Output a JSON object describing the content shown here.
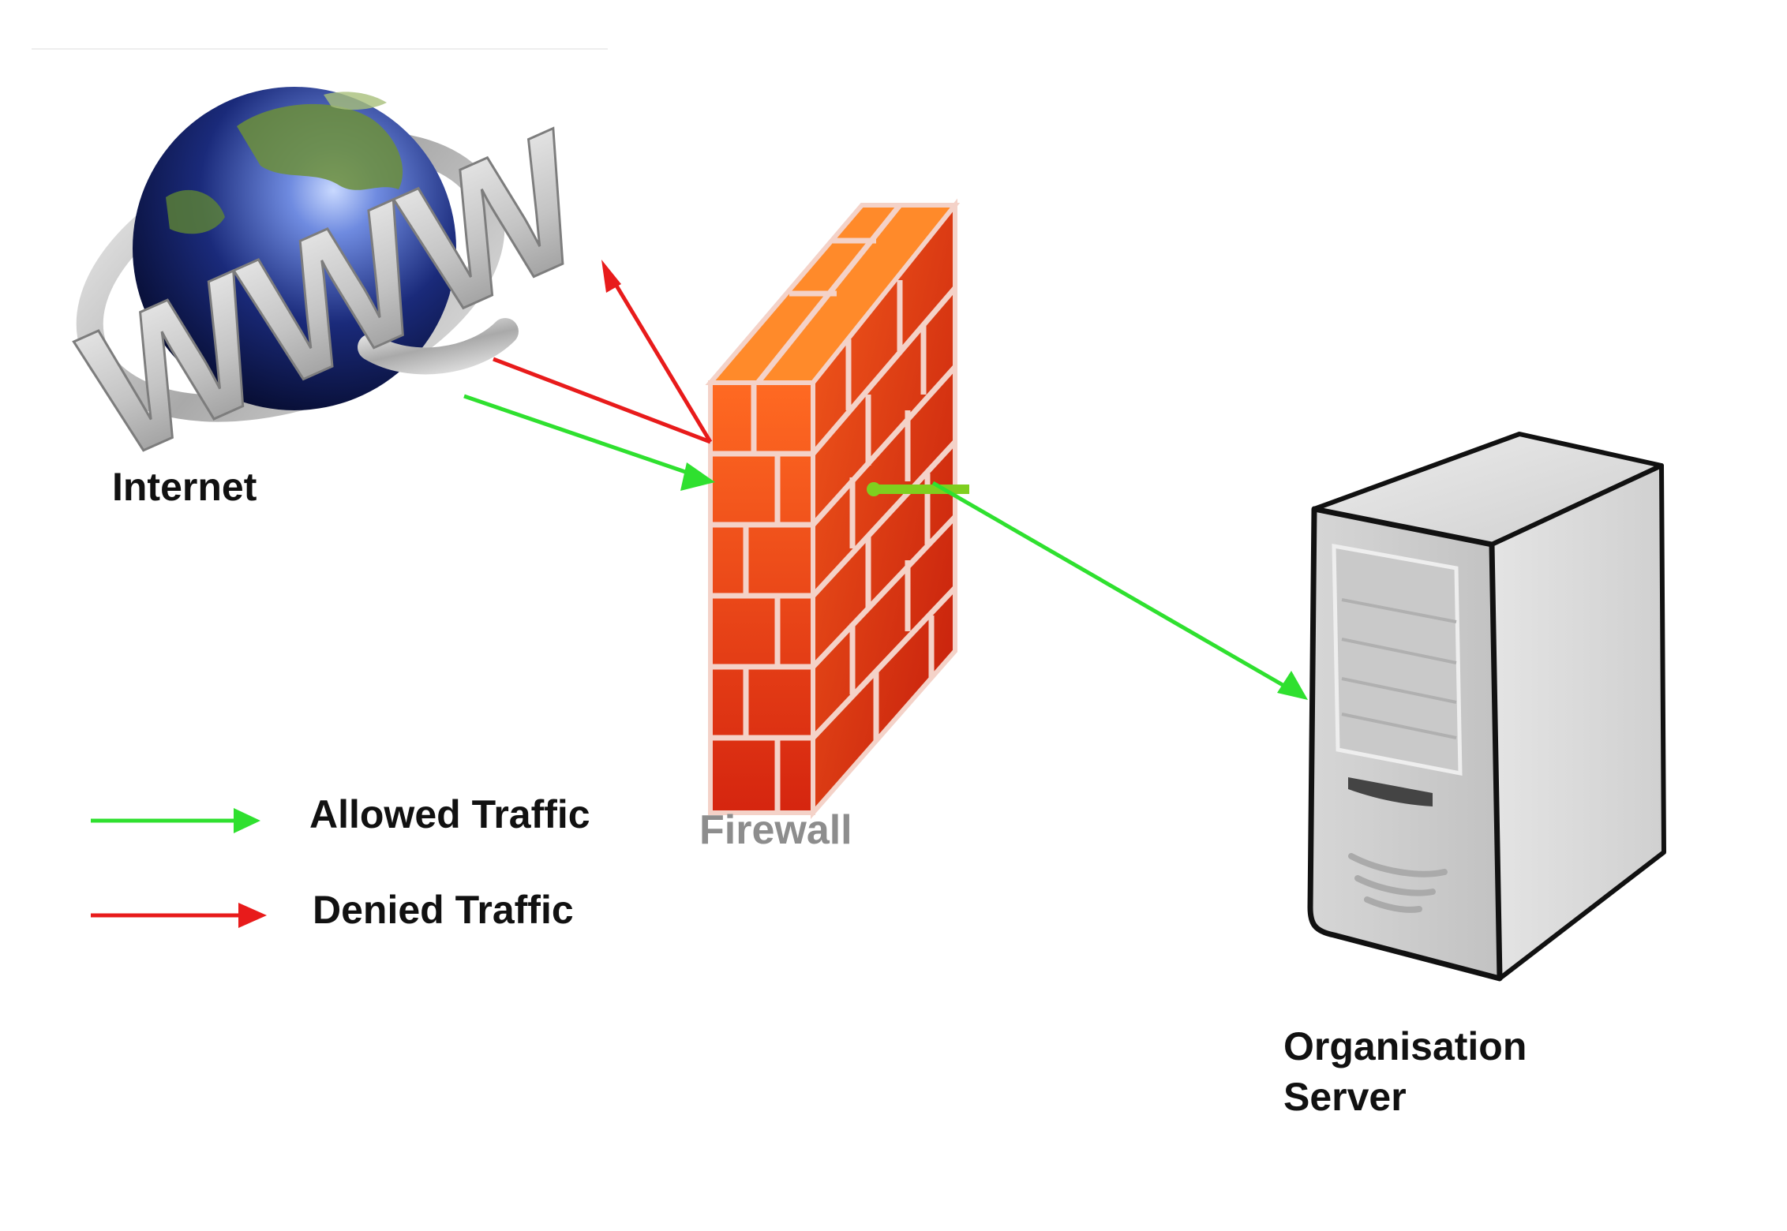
{
  "nodes": {
    "internet": {
      "label": "Internet",
      "logo_text": "WWW",
      "icon": "globe-icon"
    },
    "firewall": {
      "label": "Firewall",
      "icon": "brick-wall-icon"
    },
    "server": {
      "label_line1": "Organisation",
      "label_line2": "Server",
      "icon": "server-tower-icon"
    }
  },
  "edges": [
    {
      "from": "internet",
      "to": "firewall",
      "kind": "allowed"
    },
    {
      "from": "firewall",
      "to": "server",
      "kind": "allowed"
    },
    {
      "from": "internet",
      "to": "firewall",
      "kind": "denied",
      "result": "deflected"
    }
  ],
  "legend": {
    "allowed": {
      "label": "Allowed Traffic",
      "color": "#2fe02f"
    },
    "denied": {
      "label": "Denied Traffic",
      "color": "#e81b1b"
    }
  },
  "colors": {
    "allowed": "#2fe02f",
    "denied": "#e81b1b",
    "brick_mortar": "#f4d2c8",
    "brick_front": "#ea3a17",
    "brick_side": "#d62a10",
    "brick_top": "#ff7a1e"
  }
}
